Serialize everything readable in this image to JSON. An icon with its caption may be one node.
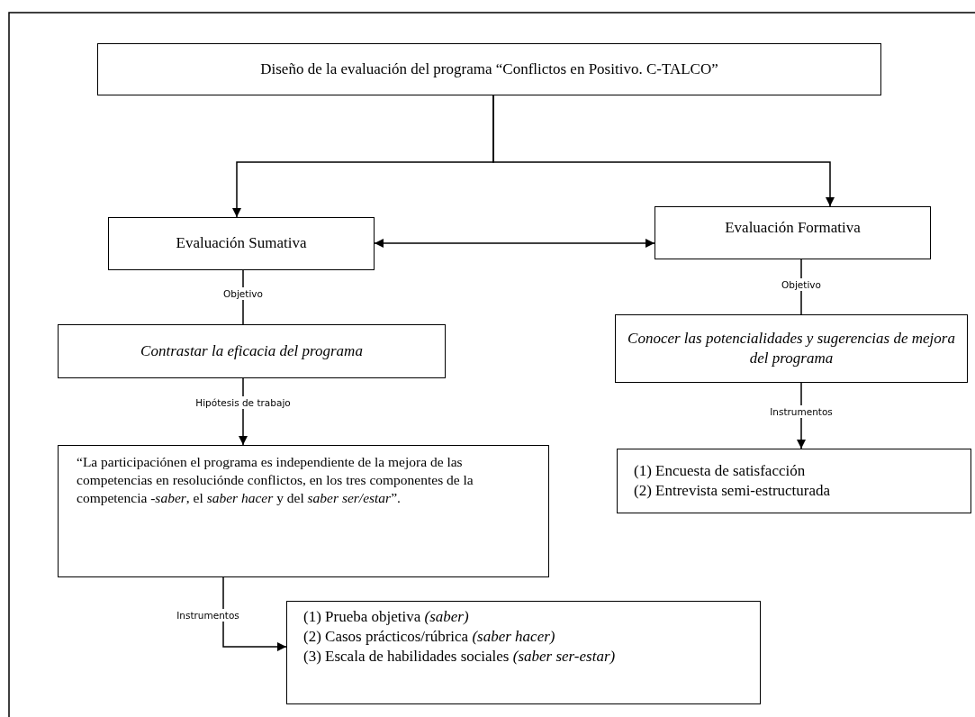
{
  "diagram": {
    "nodes": [
      {
        "text": [
          "Diseño de la evaluación del programa “Conflictos en Positivo. C-TALCO”"
        ]
      },
      {
        "text": [
          "Evaluación Sumativa"
        ]
      },
      {
        "text": [
          "Evaluación Formativa"
        ]
      },
      {
        "text": [
          "Contrastar la eficacia del programa"
        ]
      },
      {
        "text": [
          "Conocer las potencialidades y sugerencias de mejora del programa"
        ]
      },
      {
        "text": [
          "“La participaciónen el programa es independiente de la mejora de las competencias en resoluciónde conflictos, en los tres componentes de la competencia -*saber*, el *saber hacer* y del *saber ser/estar*”."
        ]
      },
      {
        "text": [
          "(1) Encuesta de satisfacción",
          "(2) Entrevista semi-estructurada"
        ]
      },
      {
        "text": [
          "(1) Prueba objetiva *(saber)*",
          "(2) Casos prácticos/rúbrica *(saber hacer)*",
          "(3) Escala de habilidades sociales *(saber ser-estar)*"
        ]
      }
    ],
    "edges": [
      {
        "from": 0,
        "to": 1,
        "arrow": "to"
      },
      {
        "from": 0,
        "to": 2,
        "arrow": "to"
      },
      {
        "from": 1,
        "to": 2,
        "arrow": "both"
      },
      {
        "from": 1,
        "to": 3,
        "arrow": "none",
        "label": "Objetivo"
      },
      {
        "from": 2,
        "to": 4,
        "arrow": "none",
        "label": "Objetivo"
      },
      {
        "from": 3,
        "to": 5,
        "arrow": "to",
        "label": "Hipótesis de trabajo"
      },
      {
        "from": 4,
        "to": 6,
        "arrow": "to",
        "label": "Instrumentos"
      },
      {
        "from": 5,
        "to": 7,
        "arrow": "to",
        "label": "Instrumentos"
      }
    ]
  }
}
